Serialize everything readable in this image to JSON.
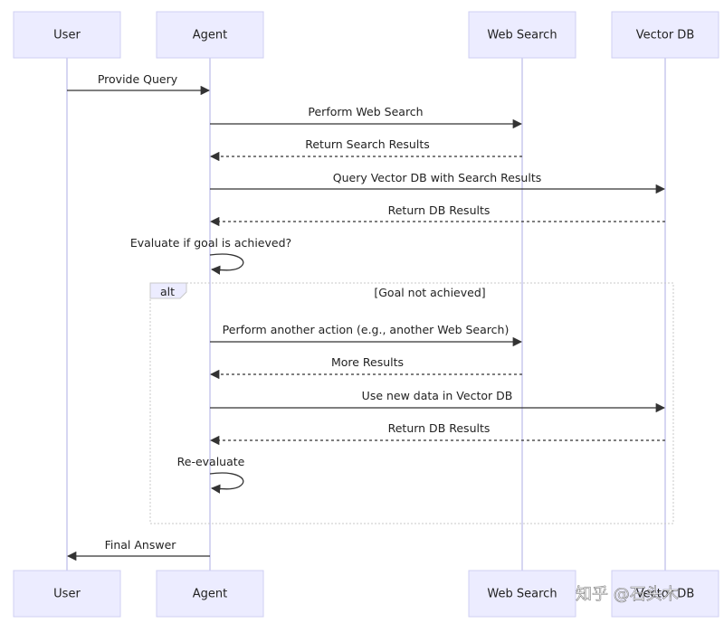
{
  "actors": [
    {
      "id": "user",
      "label": "User"
    },
    {
      "id": "agent",
      "label": "Agent"
    },
    {
      "id": "websearch",
      "label": "Web Search"
    },
    {
      "id": "vectordb",
      "label": "Vector DB"
    }
  ],
  "messages": [
    {
      "from": "user",
      "to": "agent",
      "label": "Provide Query",
      "style": "solid"
    },
    {
      "from": "agent",
      "to": "websearch",
      "label": "Perform Web Search",
      "style": "solid"
    },
    {
      "from": "websearch",
      "to": "agent",
      "label": "Return Search Results",
      "style": "dashed"
    },
    {
      "from": "agent",
      "to": "vectordb",
      "label": "Query Vector DB with Search Results",
      "style": "solid"
    },
    {
      "from": "vectordb",
      "to": "agent",
      "label": "Return DB Results",
      "style": "dashed"
    },
    {
      "from": "agent",
      "to": "agent",
      "label": "Evaluate if goal is achieved?",
      "style": "solid"
    },
    {
      "from": "agent",
      "to": "websearch",
      "label": "Perform another action (e.g., another Web Search)",
      "style": "solid"
    },
    {
      "from": "websearch",
      "to": "agent",
      "label": "More Results",
      "style": "dashed"
    },
    {
      "from": "agent",
      "to": "vectordb",
      "label": "Use new data in Vector DB",
      "style": "solid"
    },
    {
      "from": "vectordb",
      "to": "agent",
      "label": "Return DB Results",
      "style": "dashed"
    },
    {
      "from": "agent",
      "to": "agent",
      "label": "Re-evaluate",
      "style": "solid"
    },
    {
      "from": "agent",
      "to": "user",
      "label": "Final Answer",
      "style": "solid"
    }
  ],
  "alt_block": {
    "label": "alt",
    "condition": "[Goal not achieved]"
  },
  "watermark": "知乎 @石头木",
  "colors": {
    "actor_fill": "#ececff",
    "actor_border": "#cfcff3",
    "lifeline": "#c8c8ee",
    "arrow": "#333333",
    "frame": "#c8c8c8"
  }
}
